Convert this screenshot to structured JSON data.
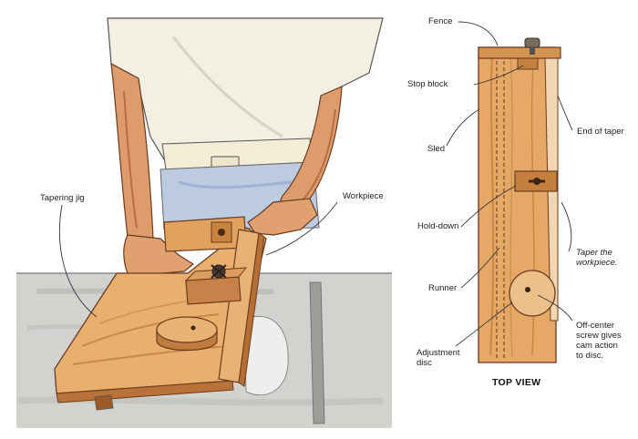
{
  "labels": {
    "fence": "Fence",
    "stop_block": "Stop block",
    "end_of_taper": "End of taper",
    "sled": "Sled",
    "hold_down": "Hold-down",
    "taper_line1": "Taper the",
    "taper_line2": "workpiece.",
    "runner": "Runner",
    "offcenter_line1": "Off-center",
    "offcenter_line2": "screw gives",
    "offcenter_line3": "cam action",
    "offcenter_line4": "to disc.",
    "adjustment_line1": "Adjustment",
    "adjustment_line2": "disc",
    "tapering_jig": "Tapering jig",
    "workpiece": "Workpiece",
    "top_view": "TOP VIEW"
  },
  "colors": {
    "wood_light": "#e7ae6e",
    "wood_mid": "#d48f4f",
    "wood_dark": "#a8642e",
    "table_gray": "#c9c9c6",
    "shirt": "#f2eee0",
    "skin": "#dd9a6a",
    "jeans": "#b9c9de",
    "line": "#333333"
  }
}
